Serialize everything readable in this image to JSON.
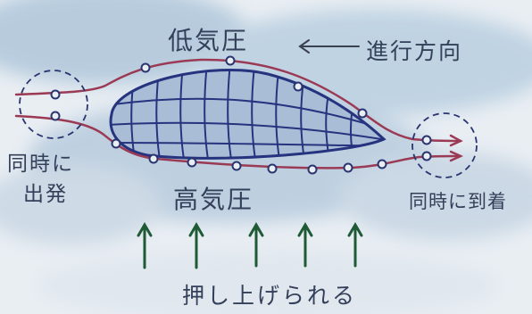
{
  "labels": {
    "low_pressure": "低気圧",
    "direction": "進行方向",
    "high_pressure": "高気圧",
    "depart_line1": "同時に",
    "depart_line2": "出発",
    "arrive": "同時に到着",
    "pushed_up": "押し上げられる"
  },
  "colors": {
    "paper": "#e9eef3",
    "sky_wash": "#8fb0cc",
    "airfoil_fill": "#a9bdd6",
    "airfoil_stroke": "#26337f",
    "streamline": "#9a3a55",
    "particle": "#2a3570",
    "arrow_green": "#1f5a36",
    "label": "#34405a",
    "direction_arrow": "#3a4150"
  },
  "icons": {
    "direction_arrow": "left-arrow-icon",
    "lift_arrows": "up-arrow-icon"
  }
}
